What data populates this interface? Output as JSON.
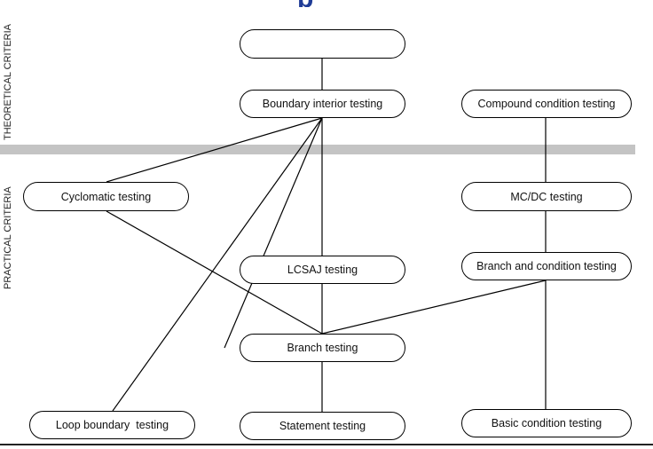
{
  "side_labels": {
    "theoretical": "THEORETICAL CRITERIA",
    "practical": "PRACTICAL CRITERIA"
  },
  "title_fragment": "p",
  "nodes": {
    "top": "",
    "boundary_interior": "Boundary interior testing",
    "compound_condition": "Compound condition testing",
    "cyclomatic": "Cyclomatic testing",
    "mcdc": "MC/DC testing",
    "lcsaj": "LCSAJ testing",
    "branch_and_condition": "Branch and condition testing",
    "branch": "Branch testing",
    "loop_boundary": "Loop boundary  testing",
    "statement": "Statement testing",
    "basic_condition": "Basic condition testing"
  },
  "colors": {
    "separator": "#c4c4c4",
    "title": "#1f3c96",
    "line": "#000000"
  }
}
